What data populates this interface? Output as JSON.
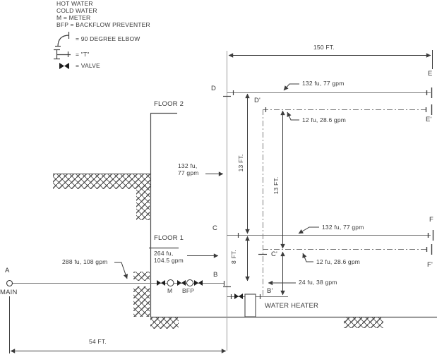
{
  "legend": {
    "items": [
      "HOT WATER",
      "COLD WATER",
      "M = METER",
      "BFP = BACKFLOW PREVENTER"
    ],
    "elbow_label": "= 90 DEGREE ELBOW",
    "tee_label": "= \"T\"",
    "valve_label": "= VALVE"
  },
  "floors": {
    "floor2": "FLOOR 2",
    "floor1": "FLOOR 1"
  },
  "nodes": {
    "a": "A",
    "main": "MAIN",
    "b": "B",
    "b_prime": "B'",
    "c": "C",
    "c_prime": "C'",
    "d": "D",
    "d_prime": "D'",
    "e": "E",
    "e_prime": "E'",
    "f": "F",
    "f_prime": "F'"
  },
  "equipment": {
    "meter": "M",
    "bfp": "BFP",
    "water_heater": "WATER HEATER"
  },
  "dimensions": {
    "top": "150 FT.",
    "bottom": "54 FT.",
    "d_to_c": "13 FT.",
    "dp_to_cp": "13 FT.",
    "c_to_b": "8 FT."
  },
  "flows": {
    "service": "288 fu, 108 gpm",
    "riser_above_floor2": [
      "132 fu,",
      "77 gpm"
    ],
    "riser_above_floor1": [
      "264 fu,",
      "104.5 gpm"
    ],
    "branch_d_e": "132 fu, 77 gpm",
    "branch_dp_ep": "12 fu, 28.6 gpm",
    "branch_c_f": "132 fu, 77 gpm",
    "branch_cp_fp": "12 fu, 28.6 gpm",
    "water_heater_hot": "24 fu, 38 gpm"
  },
  "colors": {
    "line": "#6f6f6f",
    "dark": "#3c3c3c",
    "riser": "#9a9a9a",
    "ink": "#3a3a3a"
  }
}
